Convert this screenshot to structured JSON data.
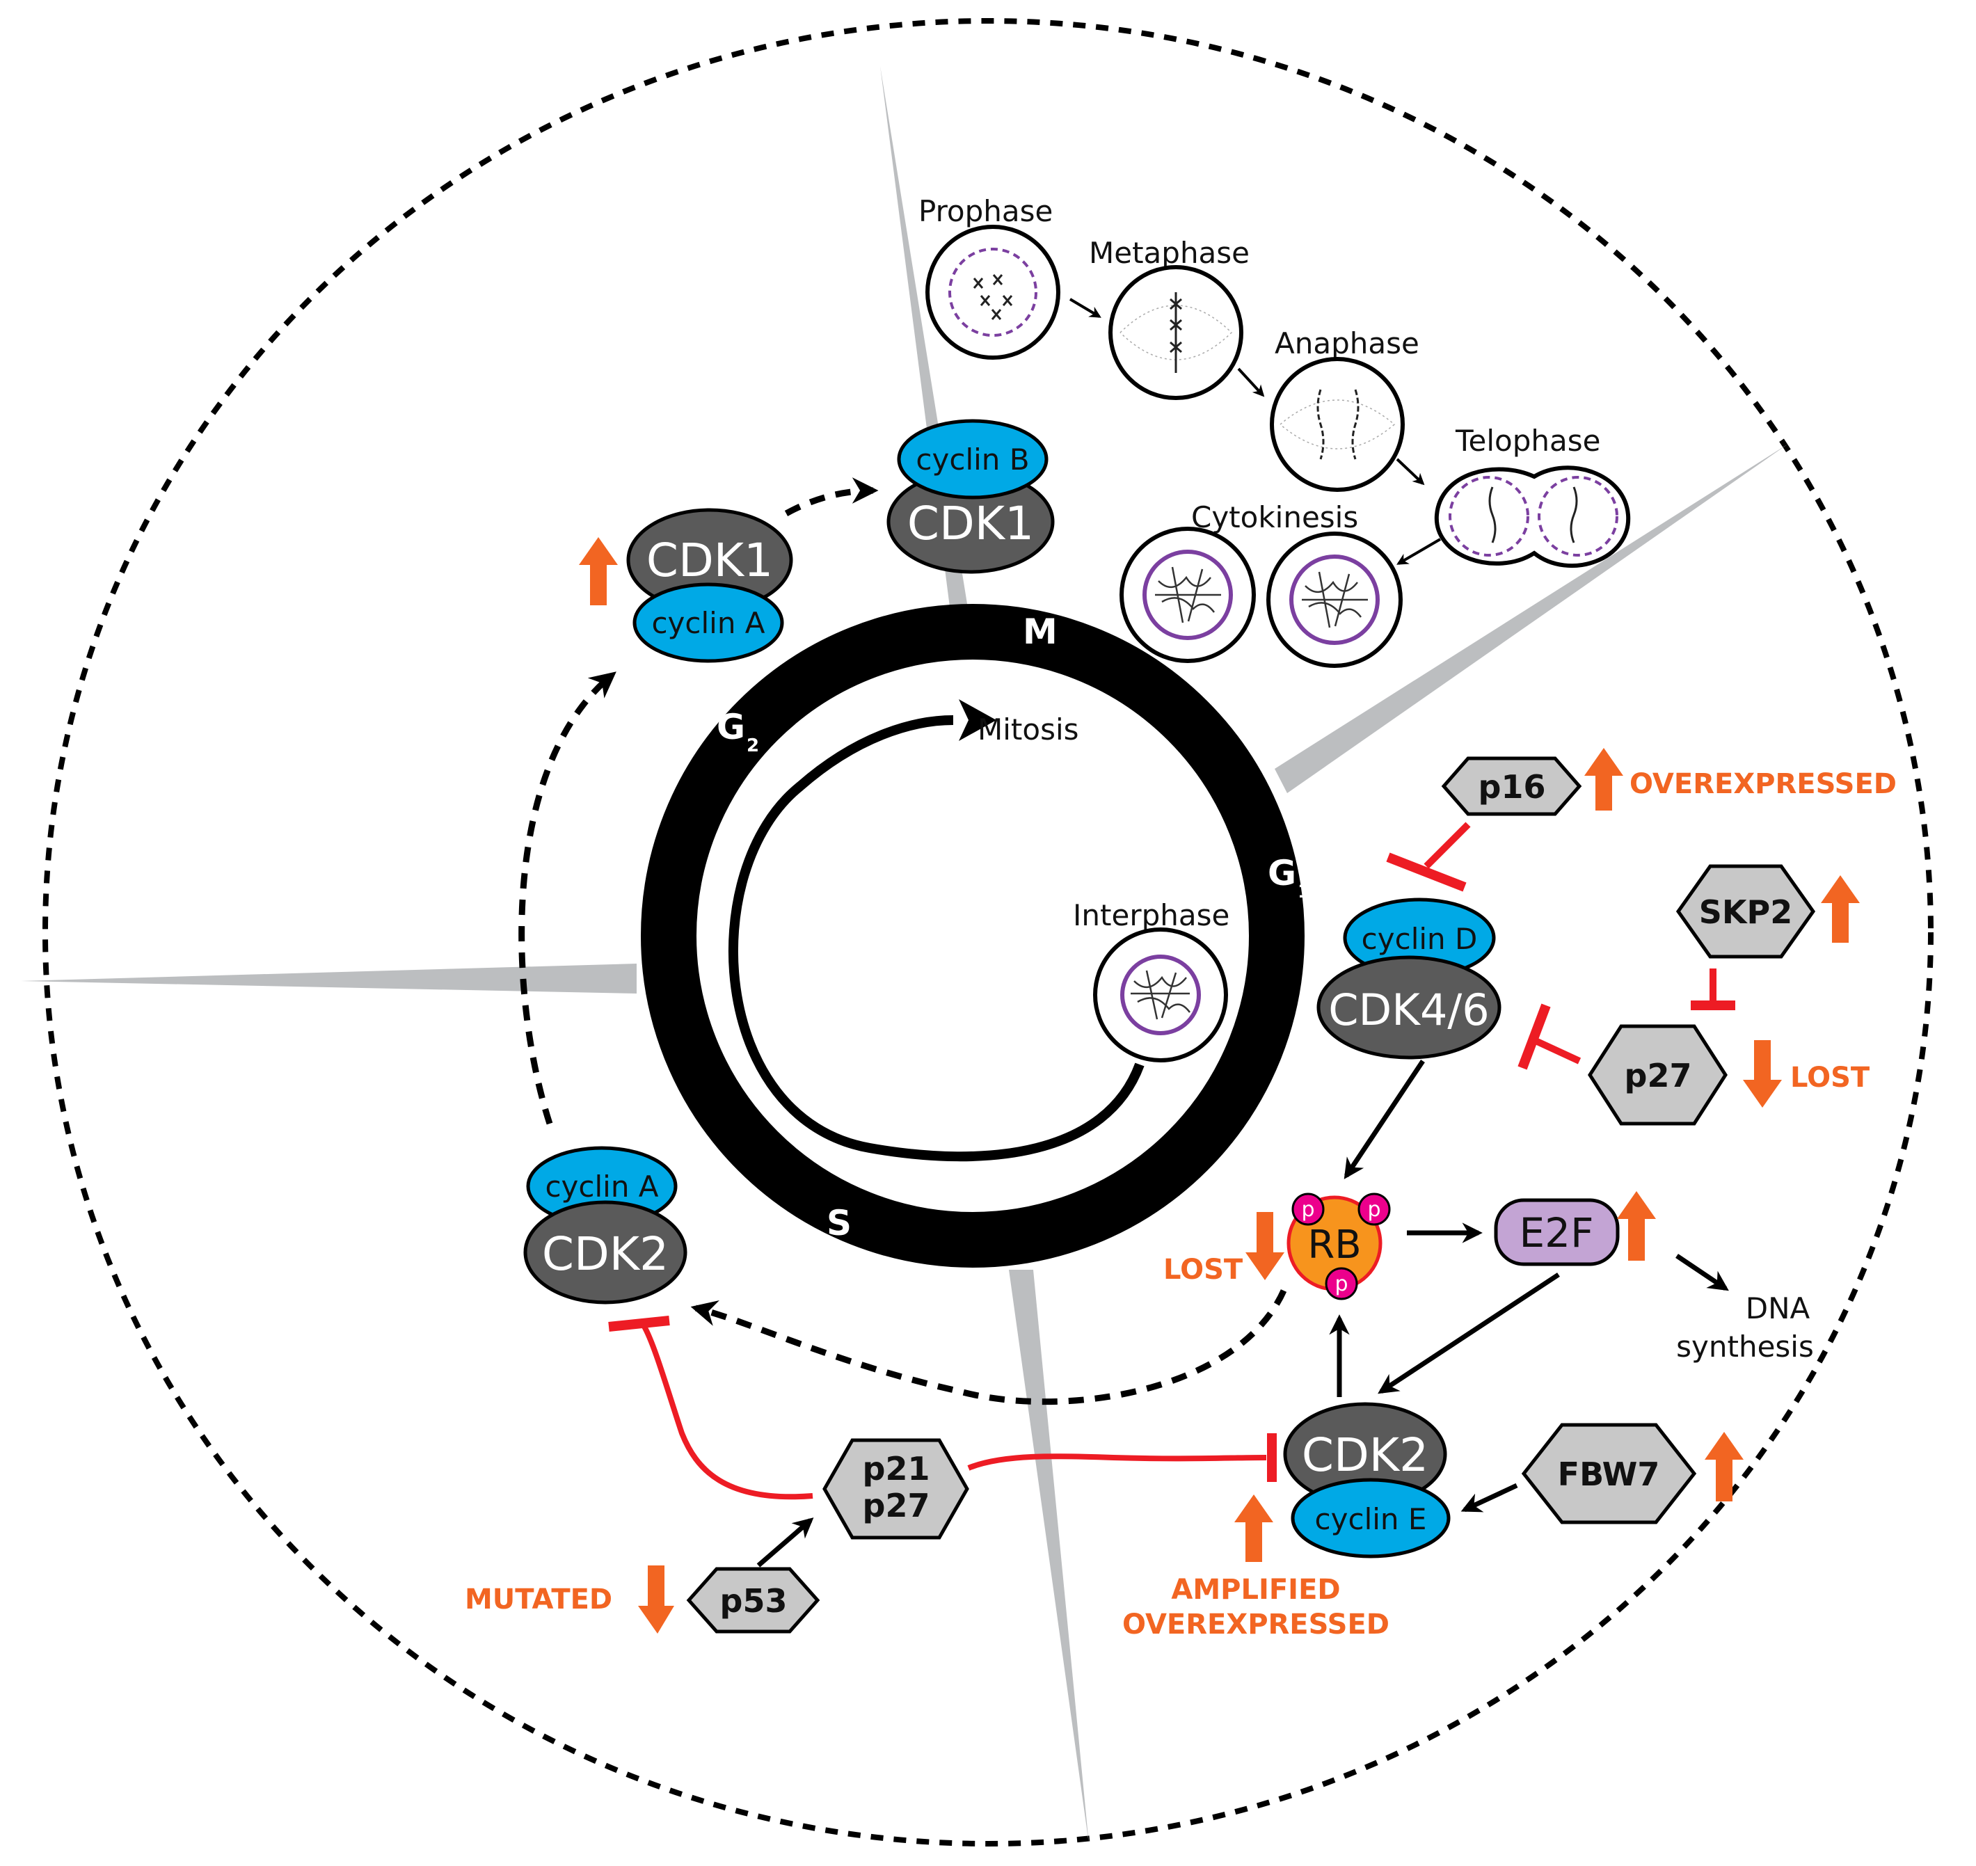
{
  "phases": {
    "m": "M",
    "g1": "G",
    "g1_sub": "1",
    "g2": "G",
    "g2_sub": "2",
    "s": "S"
  },
  "cycle_labels": {
    "mitosis": "Mitosis",
    "interphase": "Interphase",
    "prophase": "Prophase",
    "metaphase": "Metaphase",
    "anaphase": "Anaphase",
    "telophase": "Telophase",
    "cytokinesis": "Cytokinesis"
  },
  "complexes": {
    "cdk1_cyclinA": {
      "cdk": "CDK1",
      "cyclin": "cyclin A"
    },
    "cdk1_cyclinB": {
      "cdk": "CDK1",
      "cyclin": "cyclin B"
    },
    "cdk46_cyclinD": {
      "cdk": "CDK4/6",
      "cyclin": "cyclin D"
    },
    "cdk2_cyclinA": {
      "cdk": "CDK2",
      "cyclin": "cyclin A"
    },
    "cdk2_cyclinE": {
      "cdk": "CDK2",
      "cyclin": "cyclin E"
    }
  },
  "proteins": {
    "p16": "p16",
    "skp2": "SKP2",
    "p27": "p27",
    "p21": "p21",
    "p27b": "p27",
    "p53": "p53",
    "fbw7": "FBW7",
    "rb": "RB",
    "e2f": "E2F",
    "phospho": "p"
  },
  "annotations": {
    "overexpressed": "OVEREXPRESSED",
    "lost_p27": "LOST",
    "lost_rb": "LOST",
    "mutated": "MUTATED",
    "amplified": "AMPLIFIED",
    "overexpressed2": "OVEREXPRESSED",
    "dna_synthesis_1": "DNA",
    "dna_synthesis_2": "synthesis"
  },
  "colors": {
    "cyclin": "#00a9e6",
    "cdk": "#5a5a5a",
    "inhibitor": "#c8c8c8",
    "rb": "#f7941d",
    "e2f": "#c3a4d4",
    "phospho": "#ec008c",
    "alteration_arrow": "#f26522",
    "inhibition": "#ed1c24",
    "sector_wedge": "#bcbec0"
  }
}
